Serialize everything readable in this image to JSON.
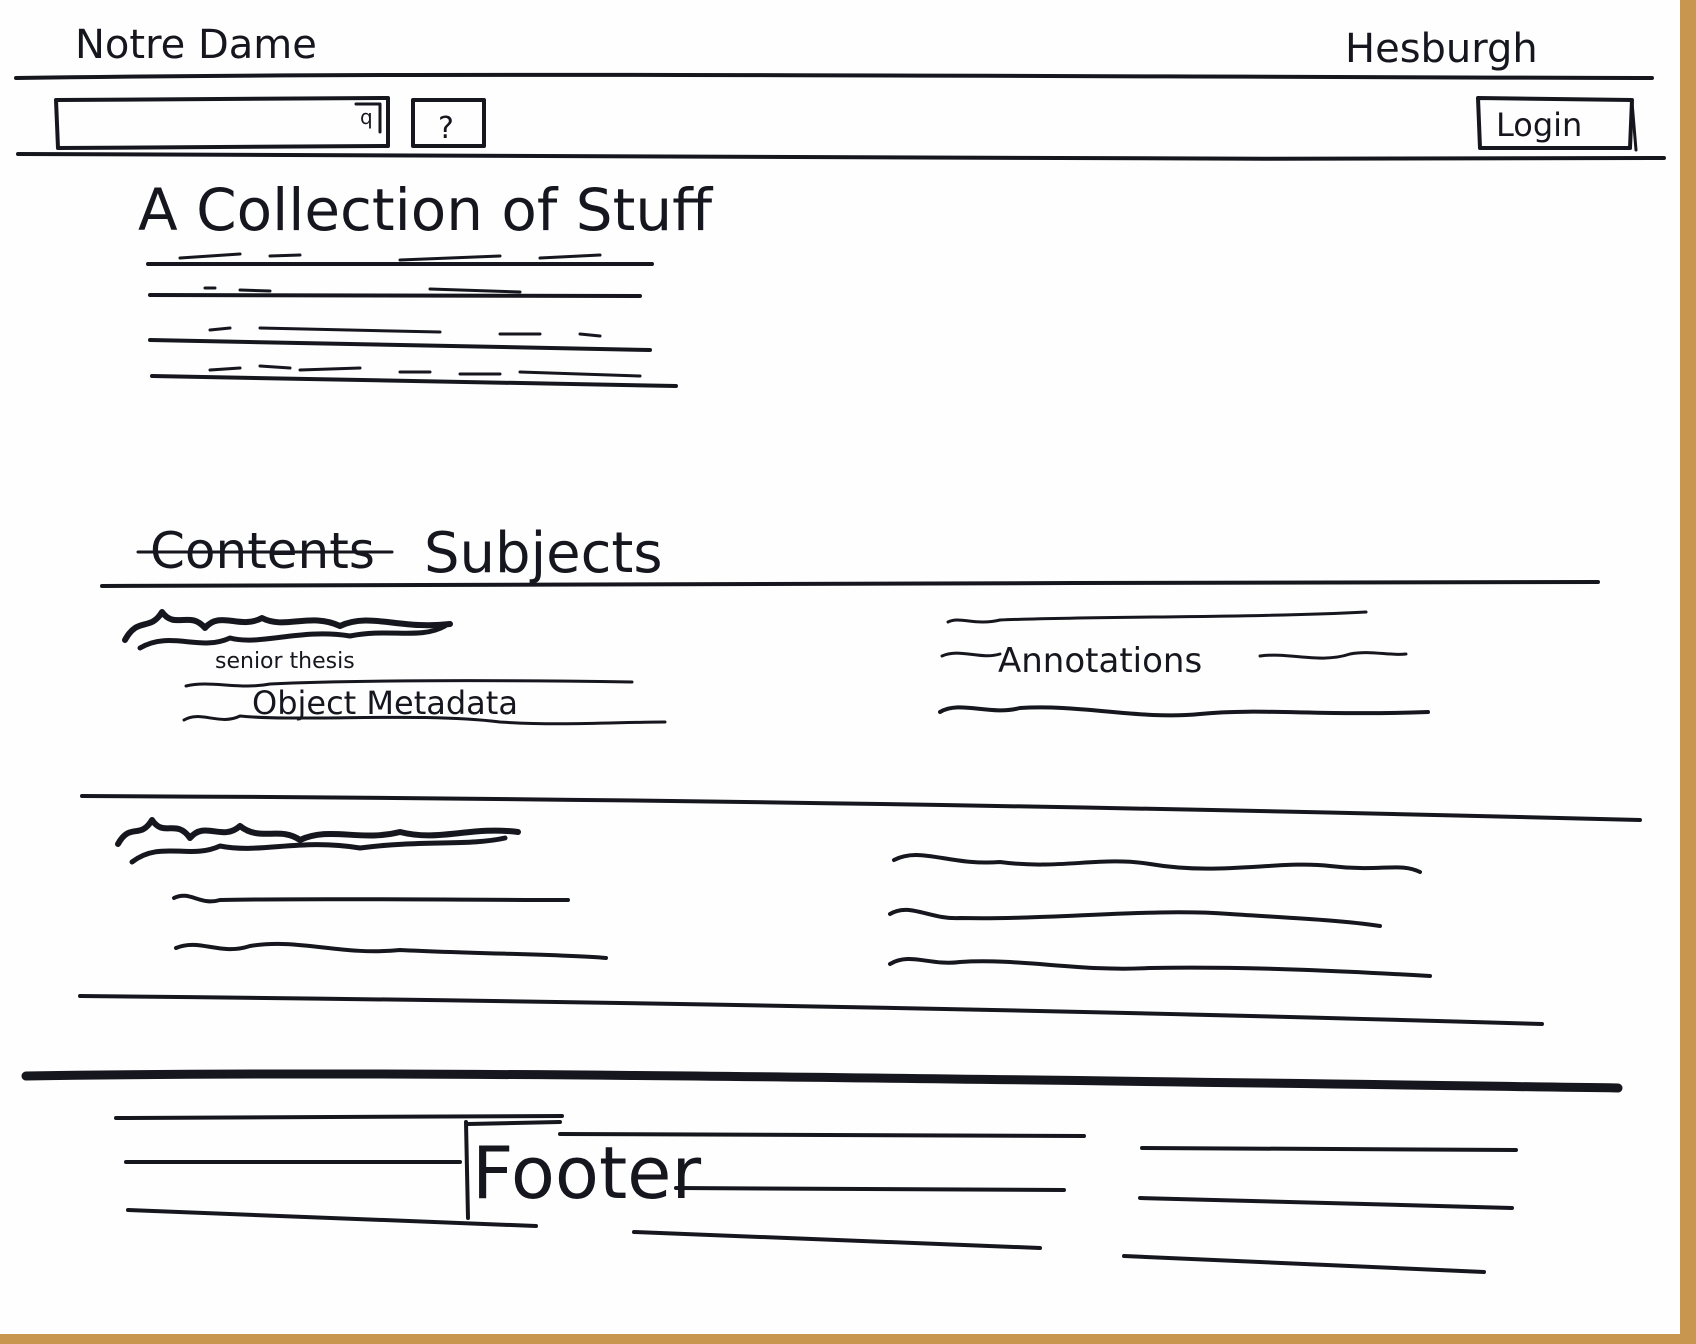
{
  "header": {
    "left_label": "Notre Dame",
    "right_label": "Hesburgh"
  },
  "toolbar": {
    "search_button_glyph": "q",
    "help_label": "?",
    "login_label": "Login"
  },
  "collection": {
    "title": "A Collection of Stuff"
  },
  "section": {
    "struck_tab": "Contents",
    "active_tab": "Subjects"
  },
  "item1": {
    "category": "senior thesis",
    "metadata_label": "Object Metadata",
    "annotations_label": "Annotations"
  },
  "footer": {
    "label": "Footer"
  }
}
